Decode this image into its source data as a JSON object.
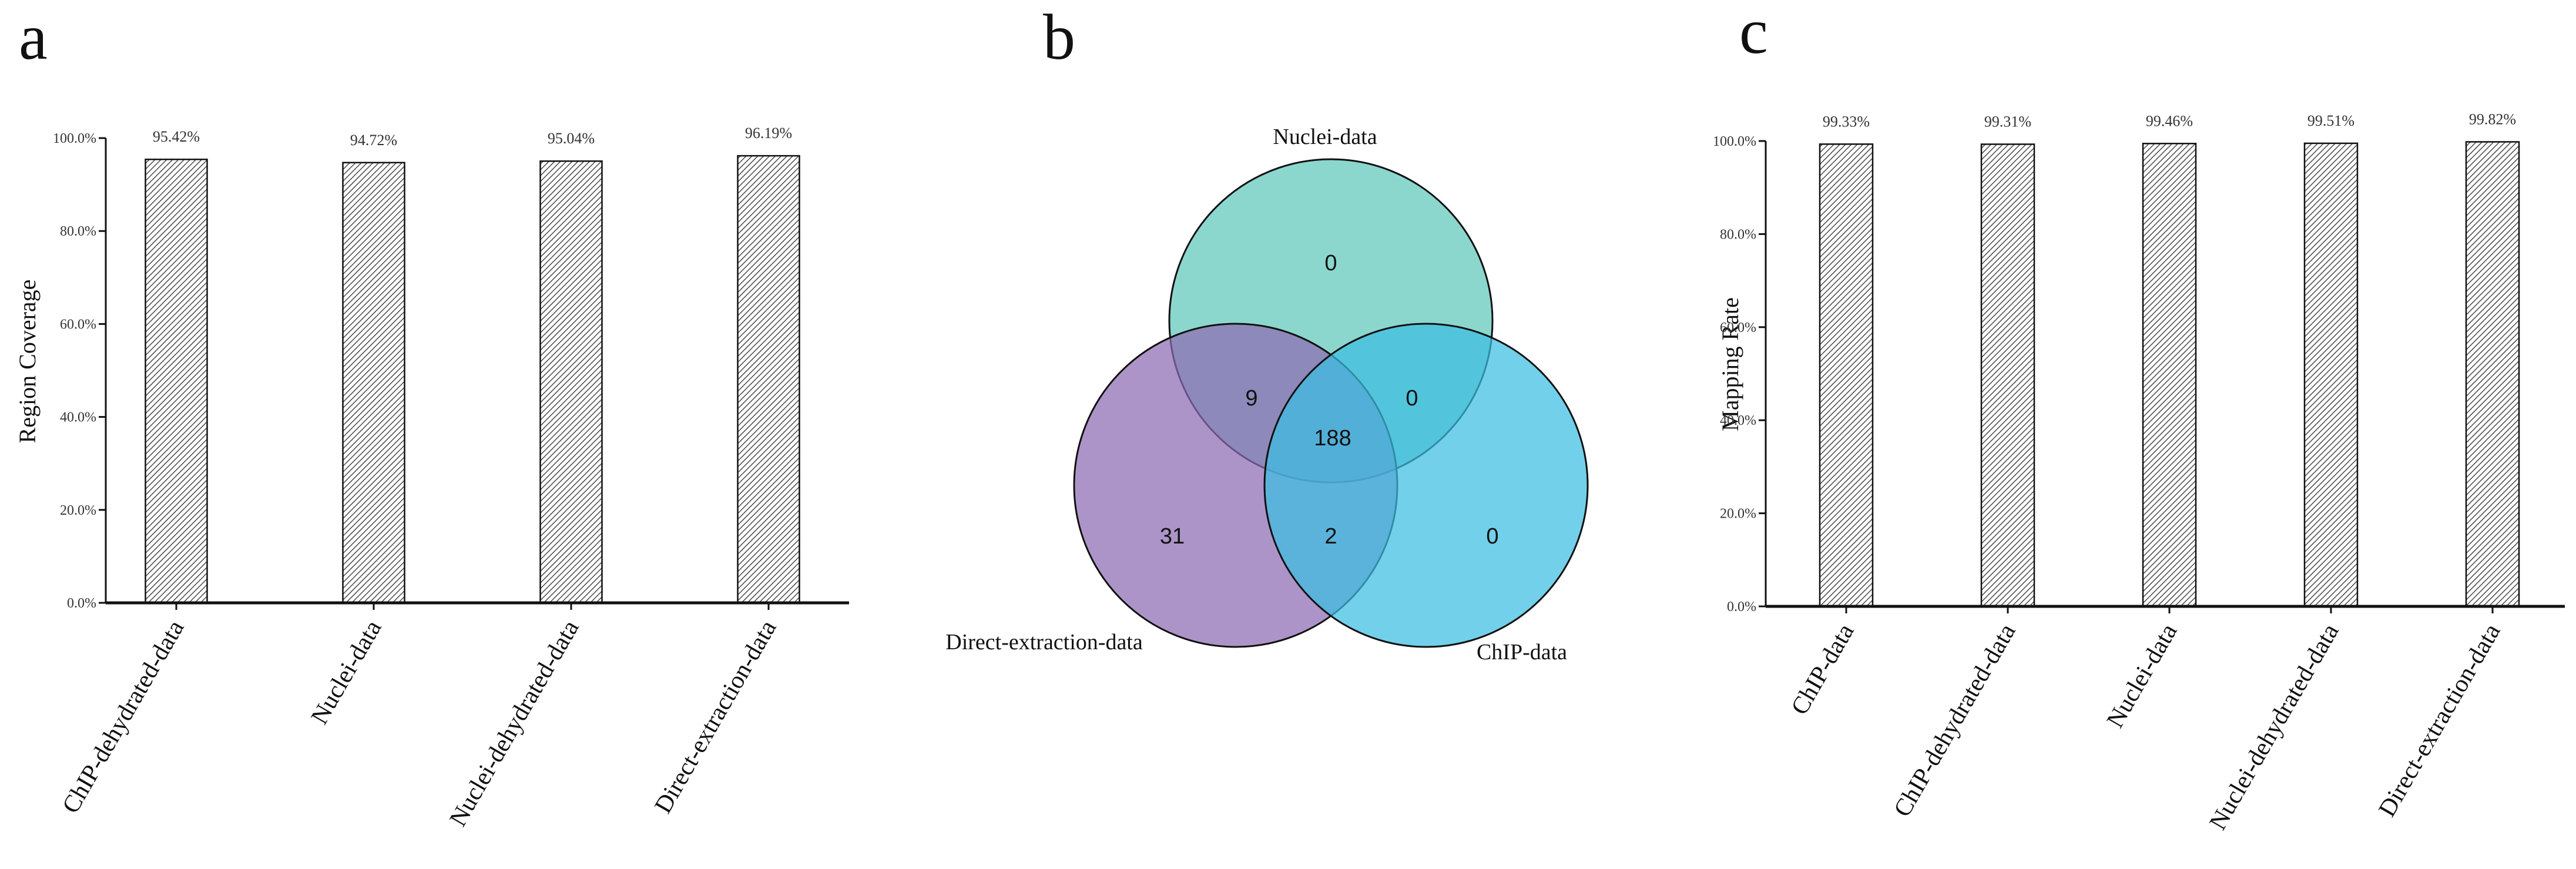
{
  "panels": {
    "a": "a",
    "b": "b",
    "c": "c"
  },
  "chart_data": [
    {
      "type": "bar",
      "panel": "a",
      "title": "",
      "xlabel": "",
      "ylabel": "Region Coverage",
      "ylim": [
        0,
        100
      ],
      "yticks": [
        "0.0%",
        "20.0%",
        "40.0%",
        "60.0%",
        "80.0%",
        "100.0%"
      ],
      "categories": [
        "ChIP-dehydrated-data",
        "Nuclei-data",
        "Nuclei-dehydrated-data",
        "Direct-extraction-data"
      ],
      "values": [
        95.42,
        94.72,
        95.04,
        96.19
      ],
      "labels": [
        "95.42%",
        "94.72%",
        "95.04%",
        "96.19%"
      ],
      "grid": false,
      "bar_pattern": "hatched"
    },
    {
      "type": "venn",
      "panel": "b",
      "sets": [
        {
          "name": "Nuclei-data",
          "color": "#5ec8bb"
        },
        {
          "name": "Direct-extraction-data",
          "color": "#8e6bb3"
        },
        {
          "name": "ChIP-data",
          "color": "#3cbee2"
        }
      ],
      "regions": {
        "nuclei_only": "0",
        "direct_only": "31",
        "chip_only": "0",
        "nuclei_direct": "9",
        "nuclei_chip": "0",
        "direct_chip": "2",
        "all_three": "188"
      }
    },
    {
      "type": "bar",
      "panel": "c",
      "title": "",
      "xlabel": "",
      "ylabel": "Mapping Rate",
      "ylim": [
        0,
        100
      ],
      "yticks": [
        "0.0%",
        "20.0%",
        "40.0%",
        "60.0%",
        "80.0%",
        "100.0%"
      ],
      "categories": [
        "ChIP-data",
        "ChIP-dehydrated-data",
        "Nuclei-data",
        "Nuclei-dehydrated-data",
        "Direct-extraction-data"
      ],
      "values": [
        99.33,
        99.31,
        99.46,
        99.51,
        99.82
      ],
      "labels": [
        "99.33%",
        "99.31%",
        "99.46%",
        "99.51%",
        "99.82%"
      ],
      "grid": false,
      "bar_pattern": "hatched"
    }
  ]
}
